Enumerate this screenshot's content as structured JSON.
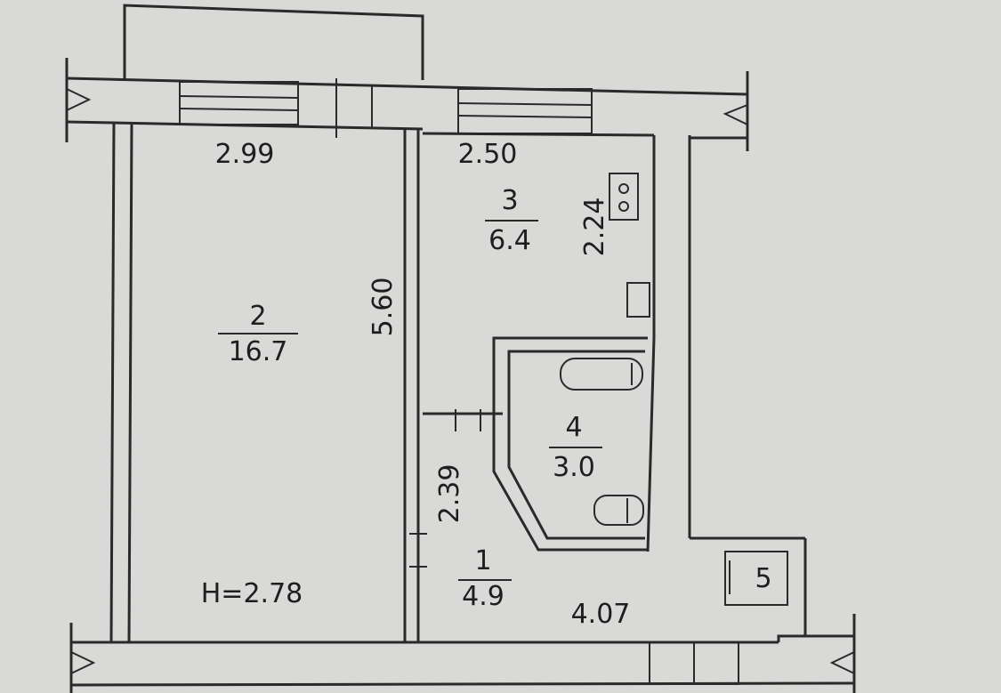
{
  "dimensions": {
    "room2_width": "2.99",
    "room3_width": "2.50",
    "room3_depth": "2.24",
    "room2_depth": "5.60",
    "hall_depth": "2.39",
    "hall_width": "4.07",
    "ceiling_height": "H=2.78"
  },
  "rooms": [
    {
      "number": "1",
      "area": "4.9"
    },
    {
      "number": "2",
      "area": "16.7"
    },
    {
      "number": "3",
      "area": "6.4"
    },
    {
      "number": "4",
      "area": "3.0"
    },
    {
      "number": "5"
    }
  ]
}
